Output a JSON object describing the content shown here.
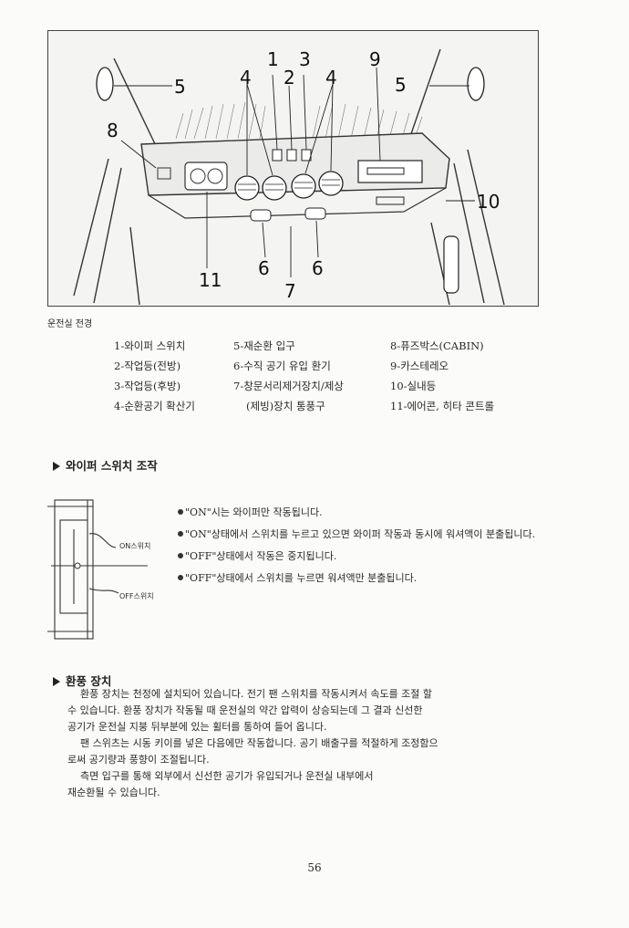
{
  "figure": {
    "callouts": [
      "1",
      "2",
      "3",
      "4",
      "4",
      "5",
      "5",
      "6",
      "6",
      "7",
      "8",
      "9",
      "10",
      "11"
    ],
    "caption": "운전실 전경"
  },
  "legend": {
    "col1": [
      "1-와이퍼 스위치",
      "2-작업등(전방)",
      "3-작업등(후방)",
      "4-순환공기 확산기"
    ],
    "col2": [
      "5-재순환 입구",
      "6-수직 공기 유입 환기",
      "7-창문서리제거장치/제상",
      "(제빙)장치 통풍구"
    ],
    "col3": [
      "8-퓨즈박스(CABIN)",
      "9-카스테레오",
      "10-실내등",
      "11-에어콘, 히타 콘트롤"
    ]
  },
  "wiper_section": {
    "title": "와이퍼 스위치 조작",
    "on_label": "ON스위치",
    "off_label": "OFF스위치",
    "bullets": [
      "\"ON\"시는 와이퍼만 작동됩니다.",
      "\"ON\"상태에서 스위치를 누르고 있으면 와이퍼 작동과 동시에 워셔액이 분출됩니다.",
      "\"OFF\"상태에서 작동은 중지됩니다.",
      "\"OFF\"상태에서 스위치를 누르면 워셔액만 분출됩니다."
    ]
  },
  "ventilation_section": {
    "title": "환풍 장치",
    "lines": [
      "환풍 장치는 천정에 설치되어 있습니다. 전기 팬 스위치를 작동시켜서 속도를 조절 할",
      "수 있습니다. 환풍 장치가 작동될 때 운전실의 약간 압력이 상승되는데 그 결과 신선한",
      "공기가 운전실 지붕 뒤부분에 있는 휠터를 통하여 들어 옵니다.",
      "팬 스위츠는 시동 키이를 넣은 다음에만 작동합니다. 공기 배출구를 적절하게 조정함으",
      "로써 공기량과 풍향이 조절됩니다.",
      "측면 입구를 통해 외부에서 신선한 공기가 유입되거나 운전실 내부에서",
      "재순환될 수 있습니다."
    ]
  },
  "page_number": "56"
}
